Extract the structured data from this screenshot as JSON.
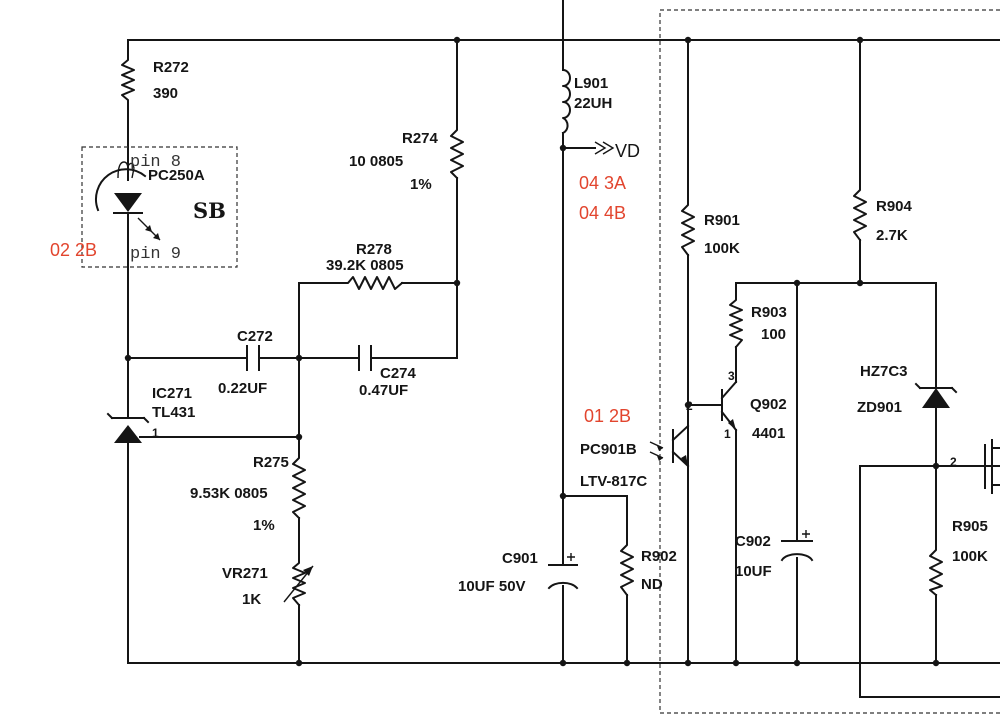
{
  "colors": {
    "wire": "#151515",
    "reference": "#e2452e",
    "dashed_box": "#333333"
  },
  "components": {
    "r272": {
      "name": "R272",
      "value": "390"
    },
    "pc250a": {
      "name": "PC250A",
      "pin_top": "pin 8",
      "pin_bottom": "pin 9",
      "tag": "SB"
    },
    "r274": {
      "name": "R274",
      "value": "10 0805",
      "tol": "1%"
    },
    "r278": {
      "name": "R278",
      "value": "39.2K  0805"
    },
    "c272": {
      "name": "C272",
      "value": "0.22UF"
    },
    "c274": {
      "name": "C274",
      "value": "0.47UF"
    },
    "ic271": {
      "name": "IC271",
      "value": "TL431",
      "pin_ref": "1"
    },
    "r275": {
      "name": "R275",
      "value": "9.53K 0805",
      "tol": "1%"
    },
    "vr271": {
      "name": "VR271",
      "value": "1K"
    },
    "l901": {
      "name": "L901",
      "value": "22UH"
    },
    "vd": {
      "name": "VD"
    },
    "r901": {
      "name": "R901",
      "value": "100K"
    },
    "r903": {
      "name": "R903",
      "value": "100"
    },
    "q902": {
      "name": "Q902",
      "value": "4401",
      "pin_b": "2",
      "pin_c": "3",
      "pin_e": "1"
    },
    "pc901": {
      "name": "PC901B",
      "value": "LTV-817C"
    },
    "c901": {
      "name": "C901",
      "value": "10UF 50V"
    },
    "r902": {
      "name": "R902",
      "value": "ND"
    },
    "c902": {
      "name": "C902",
      "value": "10UF"
    },
    "r904": {
      "name": "R904",
      "value": "2.7K"
    },
    "zd901": {
      "name": "ZD901",
      "value": "HZ7C3"
    },
    "r905": {
      "name": "R905",
      "value": "100K"
    },
    "mosfet": {
      "gate_pin": "2"
    }
  },
  "references": {
    "ref_022b": "02 2B",
    "ref_043a": "04 3A",
    "ref_044b": "04 4B",
    "ref_012b": "01 2B"
  }
}
